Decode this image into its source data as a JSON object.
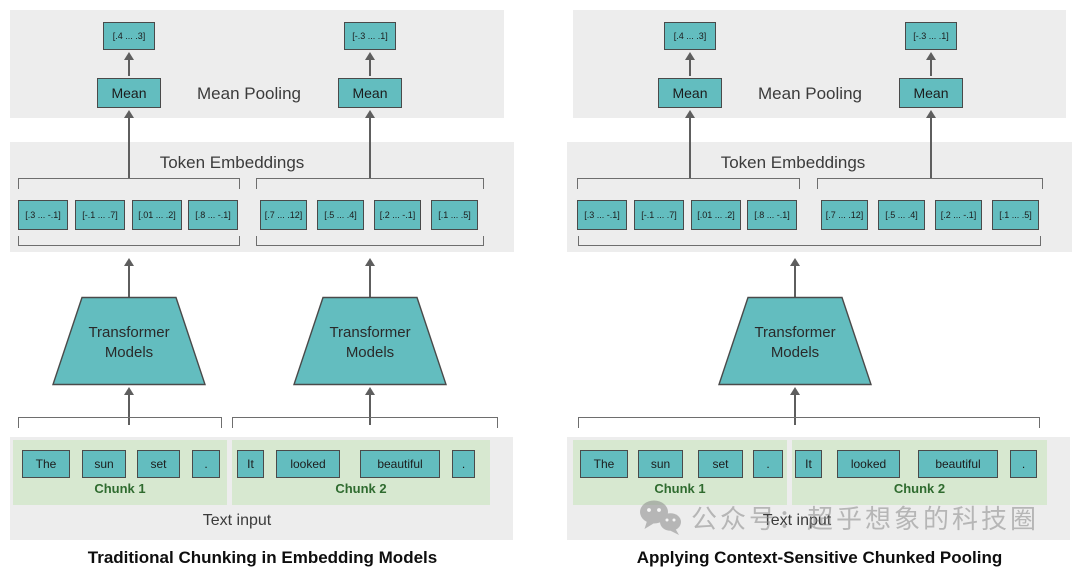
{
  "shared": {
    "mean_label": "Mean",
    "mean_pooling_label": "Mean Pooling",
    "token_embeddings_label": "Token Embeddings",
    "transformer_line1": "Transformer",
    "transformer_line2": "Models",
    "text_input_label": "Text input",
    "pooled_vectors": [
      "[.4 ... .3]",
      "[-.3 ... .1]"
    ],
    "embeddings": [
      "[.3 ... -.1]",
      "[-.1 ... .7]",
      "[.01 ... .2]",
      "[.8 ... -.1]",
      "[.7 ... .12]",
      "[.5 ... .4]",
      "[.2 ... -.1]",
      "[.1 ... .5]"
    ],
    "chunk1_label": "Chunk 1",
    "chunk2_label": "Chunk 2",
    "tokens_chunk1": [
      "The",
      "sun",
      "set",
      "."
    ],
    "tokens_chunk2": [
      "It",
      "looked",
      "beautiful",
      "."
    ]
  },
  "left_diagram": {
    "title": "Traditional Chunking in Embedding Models"
  },
  "right_diagram": {
    "title": "Applying Context-Sensitive Chunked Pooling"
  },
  "watermark": {
    "text": "公众号：超乎想象的科技圈",
    "icon": "wechat-icon"
  },
  "colors": {
    "box_teal": "#63bdbf",
    "band_gray": "#ededed",
    "chunk_panel_green": "#d7e8d0",
    "chunk_label_green": "#2f6b2f",
    "line_gray": "#5e5e5e"
  }
}
